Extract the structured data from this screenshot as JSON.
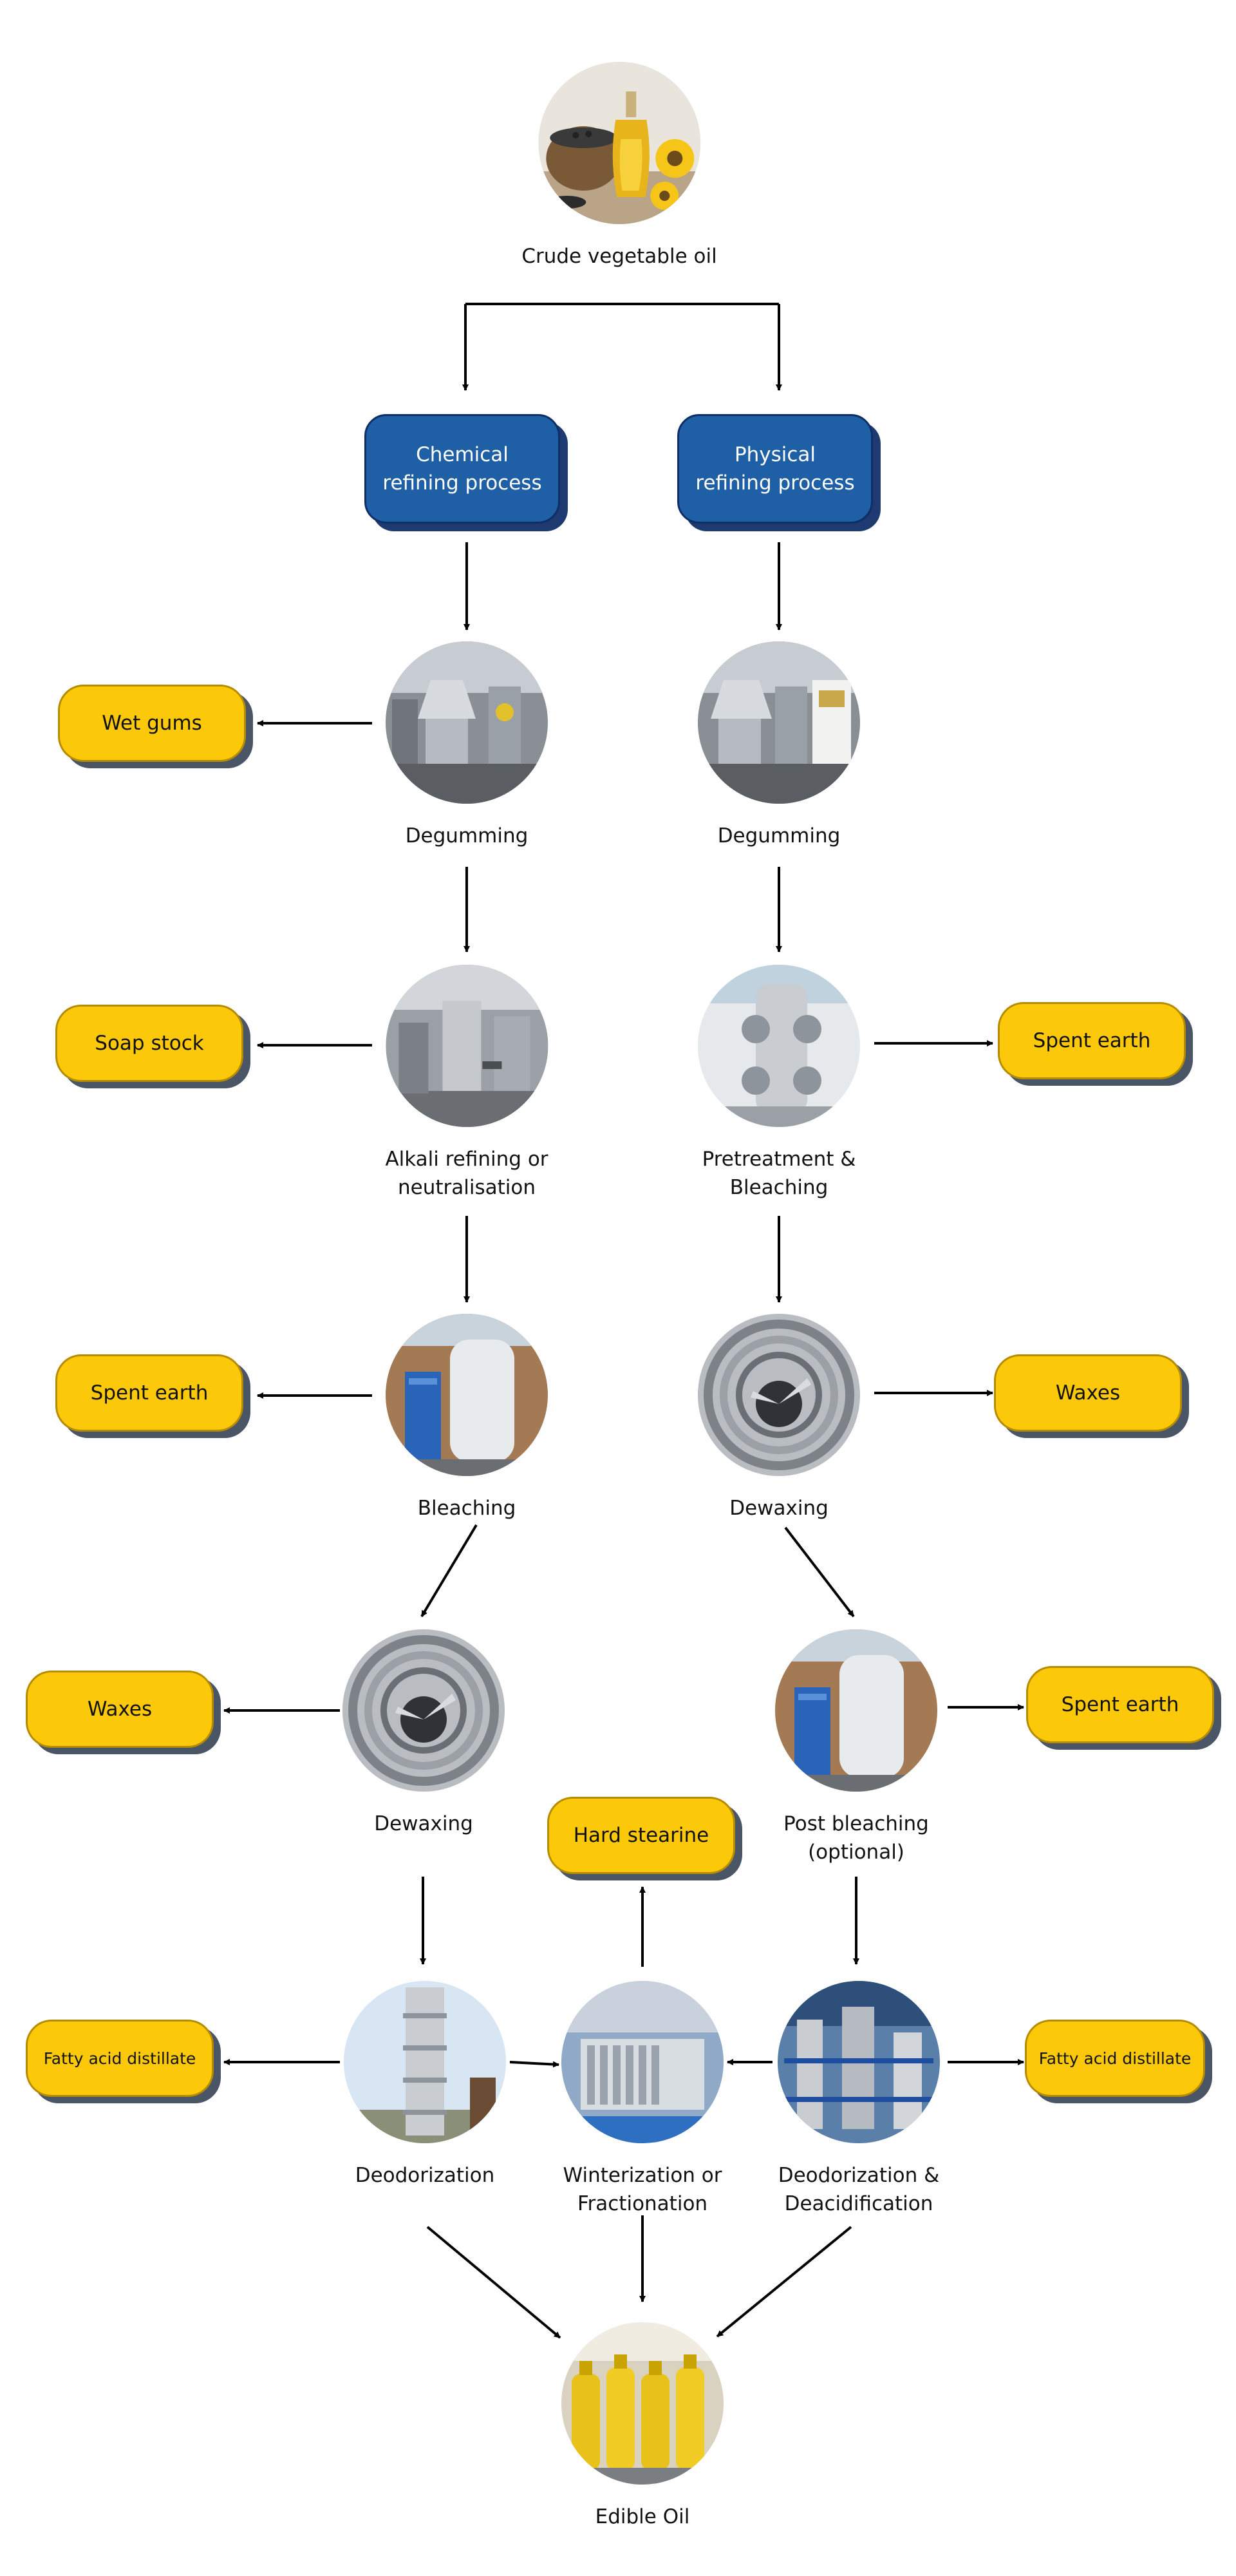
{
  "source": {
    "label": "Crude vegetable oil"
  },
  "processes": {
    "chemical": "Chemical refining process",
    "physical": "Physical refining process"
  },
  "steps": {
    "chem_degumming": "Degumming",
    "chem_alkali": [
      "Alkali refining or",
      "neutralisation"
    ],
    "chem_bleaching": "Bleaching",
    "chem_dewaxing": "Dewaxing",
    "chem_deodorization": "Deodorization",
    "phys_degumming": "Degumming",
    "phys_pretreatment": [
      "Pretreatment &",
      "Bleaching"
    ],
    "phys_dewaxing": "Dewaxing",
    "phys_postbleach": [
      "Post bleaching",
      "(optional)"
    ],
    "phys_deodorization": [
      "Deodorization &",
      "Deacidification"
    ],
    "winterization": [
      "Winterization or",
      "Fractionation"
    ],
    "edible": "Edible Oil"
  },
  "byproducts": {
    "wet_gums": "Wet gums",
    "soap_stock": "Soap stock",
    "spent_earth_chem": "Spent earth",
    "waxes_chem": "Waxes",
    "fatty_acid_chem": "Fatty acid distillate",
    "spent_earth_phys": "Spent earth",
    "waxes_phys": "Waxes",
    "spent_earth_post": "Spent earth",
    "fatty_acid_phys": "Fatty acid distillate",
    "hard_stearine": "Hard stearine"
  },
  "colors": {
    "byproduct_fill": "#fbc90a",
    "process_fill": "#1f5fa6",
    "arrow": "#000000"
  },
  "icons": {
    "source": "oil-bottle-sunflower-icon",
    "centrifuge": "centrifuge-separator-icon",
    "vessel": "bleaching-vessel-icon",
    "filter": "filter-duct-icon",
    "column": "deodorizer-column-icon",
    "filterpress": "filter-press-icon",
    "plant": "refinery-plant-icon",
    "bottles": "oil-bottles-icon"
  }
}
